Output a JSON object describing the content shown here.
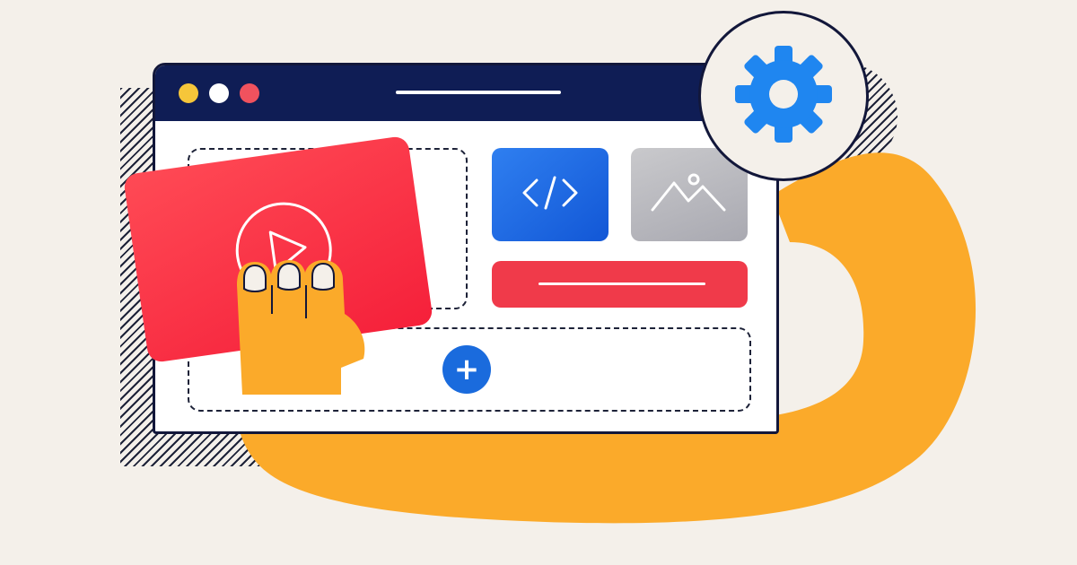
{
  "illustration": {
    "window_dots": [
      "yellow",
      "white",
      "red"
    ],
    "icons": {
      "code": "code-icon",
      "image": "image-icon",
      "play": "play-icon",
      "add": "plus-icon",
      "settings": "gear-icon"
    },
    "add_symbol": "+",
    "colors": {
      "background": "#f4f0ea",
      "titlebar": "#0f1d55",
      "accent_blue": "#1a6bdd",
      "accent_red": "#f03a4a",
      "arm_orange": "#fbaa2a",
      "image_gray": "#b6b6bc"
    }
  }
}
